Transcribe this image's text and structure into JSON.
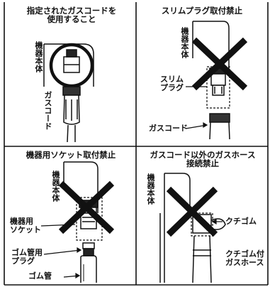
{
  "panels": [
    {
      "title_lines": [
        "指定されたガスコードを",
        "使用すること"
      ],
      "labels": {
        "body": "機器本体",
        "cord": "ガスコード"
      }
    },
    {
      "title_lines": [
        "スリムプラグ取付禁止"
      ],
      "labels": {
        "body": "機器本体",
        "plug_lines": [
          "スリム",
          "プラグ"
        ],
        "cord": "ガスコード"
      }
    },
    {
      "title_lines": [
        "機器用ソケット取付禁止"
      ],
      "labels": {
        "body": "機器本体",
        "socket_lines": [
          "機器用",
          "ソケット"
        ],
        "plug_lines": [
          "ゴム管用",
          "プラグ"
        ],
        "tube": "ゴム管"
      }
    },
    {
      "title_lines": [
        "ガスコード以外のガスホース",
        "接続禁止"
      ],
      "labels": {
        "body": "機器本体",
        "clip": "クチゴム",
        "hose_lines": [
          "クチゴム付",
          "ガスホース"
        ]
      }
    }
  ]
}
